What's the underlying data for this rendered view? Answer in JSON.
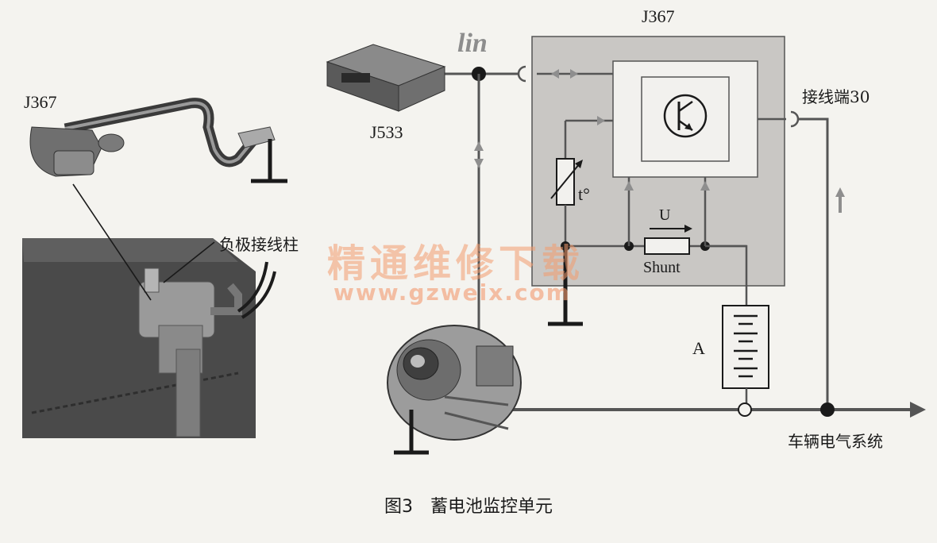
{
  "photo": {
    "module_label": "J367",
    "terminal_label": "负极接线柱"
  },
  "schematic": {
    "module_label": "J367",
    "gateway_label": "J533",
    "lin_label": "lin",
    "terminal30_label": "接线端30",
    "temp_label": "t°",
    "voltage_label": "U",
    "shunt_label": "Shunt",
    "battery_label": "A",
    "system_label": "车辆电气系统"
  },
  "watermark": {
    "cn": "精通维修下载",
    "url": "www.gzweix.com"
  },
  "caption": "图3　蓄电池监控单元",
  "colors": {
    "background": "#f4f3ef",
    "module_box": "#c9c7c4",
    "wire": "#555555",
    "arrow": "#8e8e8e",
    "watermark": "#f29a6e"
  }
}
